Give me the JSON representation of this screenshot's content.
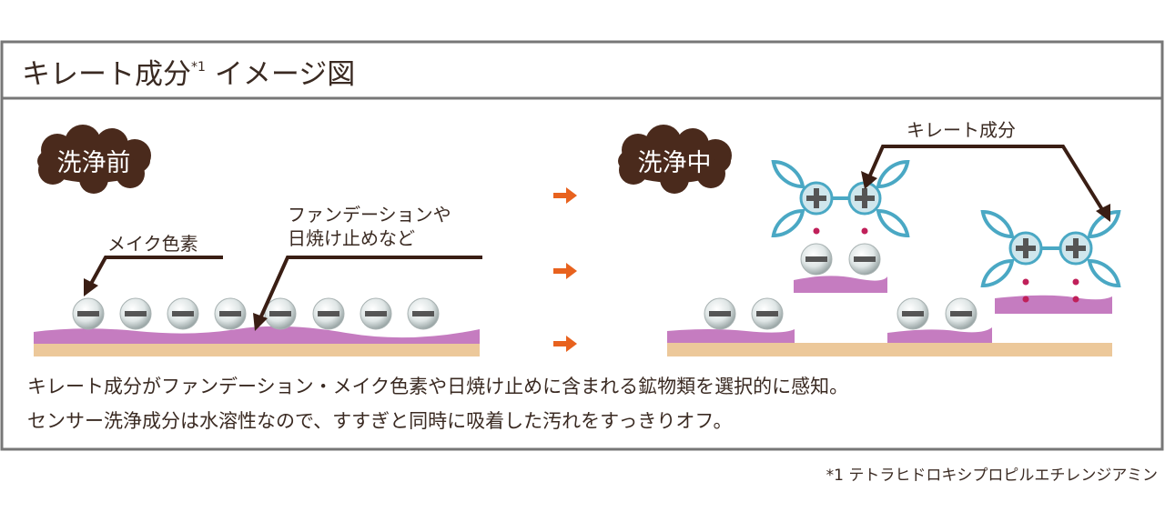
{
  "title": "キレート成分",
  "title_mark": "*1",
  "title_suffix": "イメージ図",
  "before": {
    "badge": "洗浄前",
    "label_pigment": "メイク色素",
    "label_foundation_1": "ファンデーションや",
    "label_foundation_2": "日焼け止めなど"
  },
  "during": {
    "badge": "洗浄中",
    "label_chelate": "キレート成分"
  },
  "description": [
    "キレート成分がファンデーション・メイク色素や日焼け止めに含まれる鉱物類を選択的に感知。",
    "センサー洗浄成分は水溶性なので、すすぎと同時に吸着した汚れをすっきりオフ。"
  ],
  "footnote": "*1 テトラヒドロキシプロピルエチレンジアミン",
  "colors": {
    "cloud": "#4a2a1c",
    "arrow": "#e8621e",
    "layer_purple": "#c57cc0",
    "layer_tan": "#ecc89a",
    "chelate": "#4aa8c4",
    "dot": "#c0205a"
  }
}
